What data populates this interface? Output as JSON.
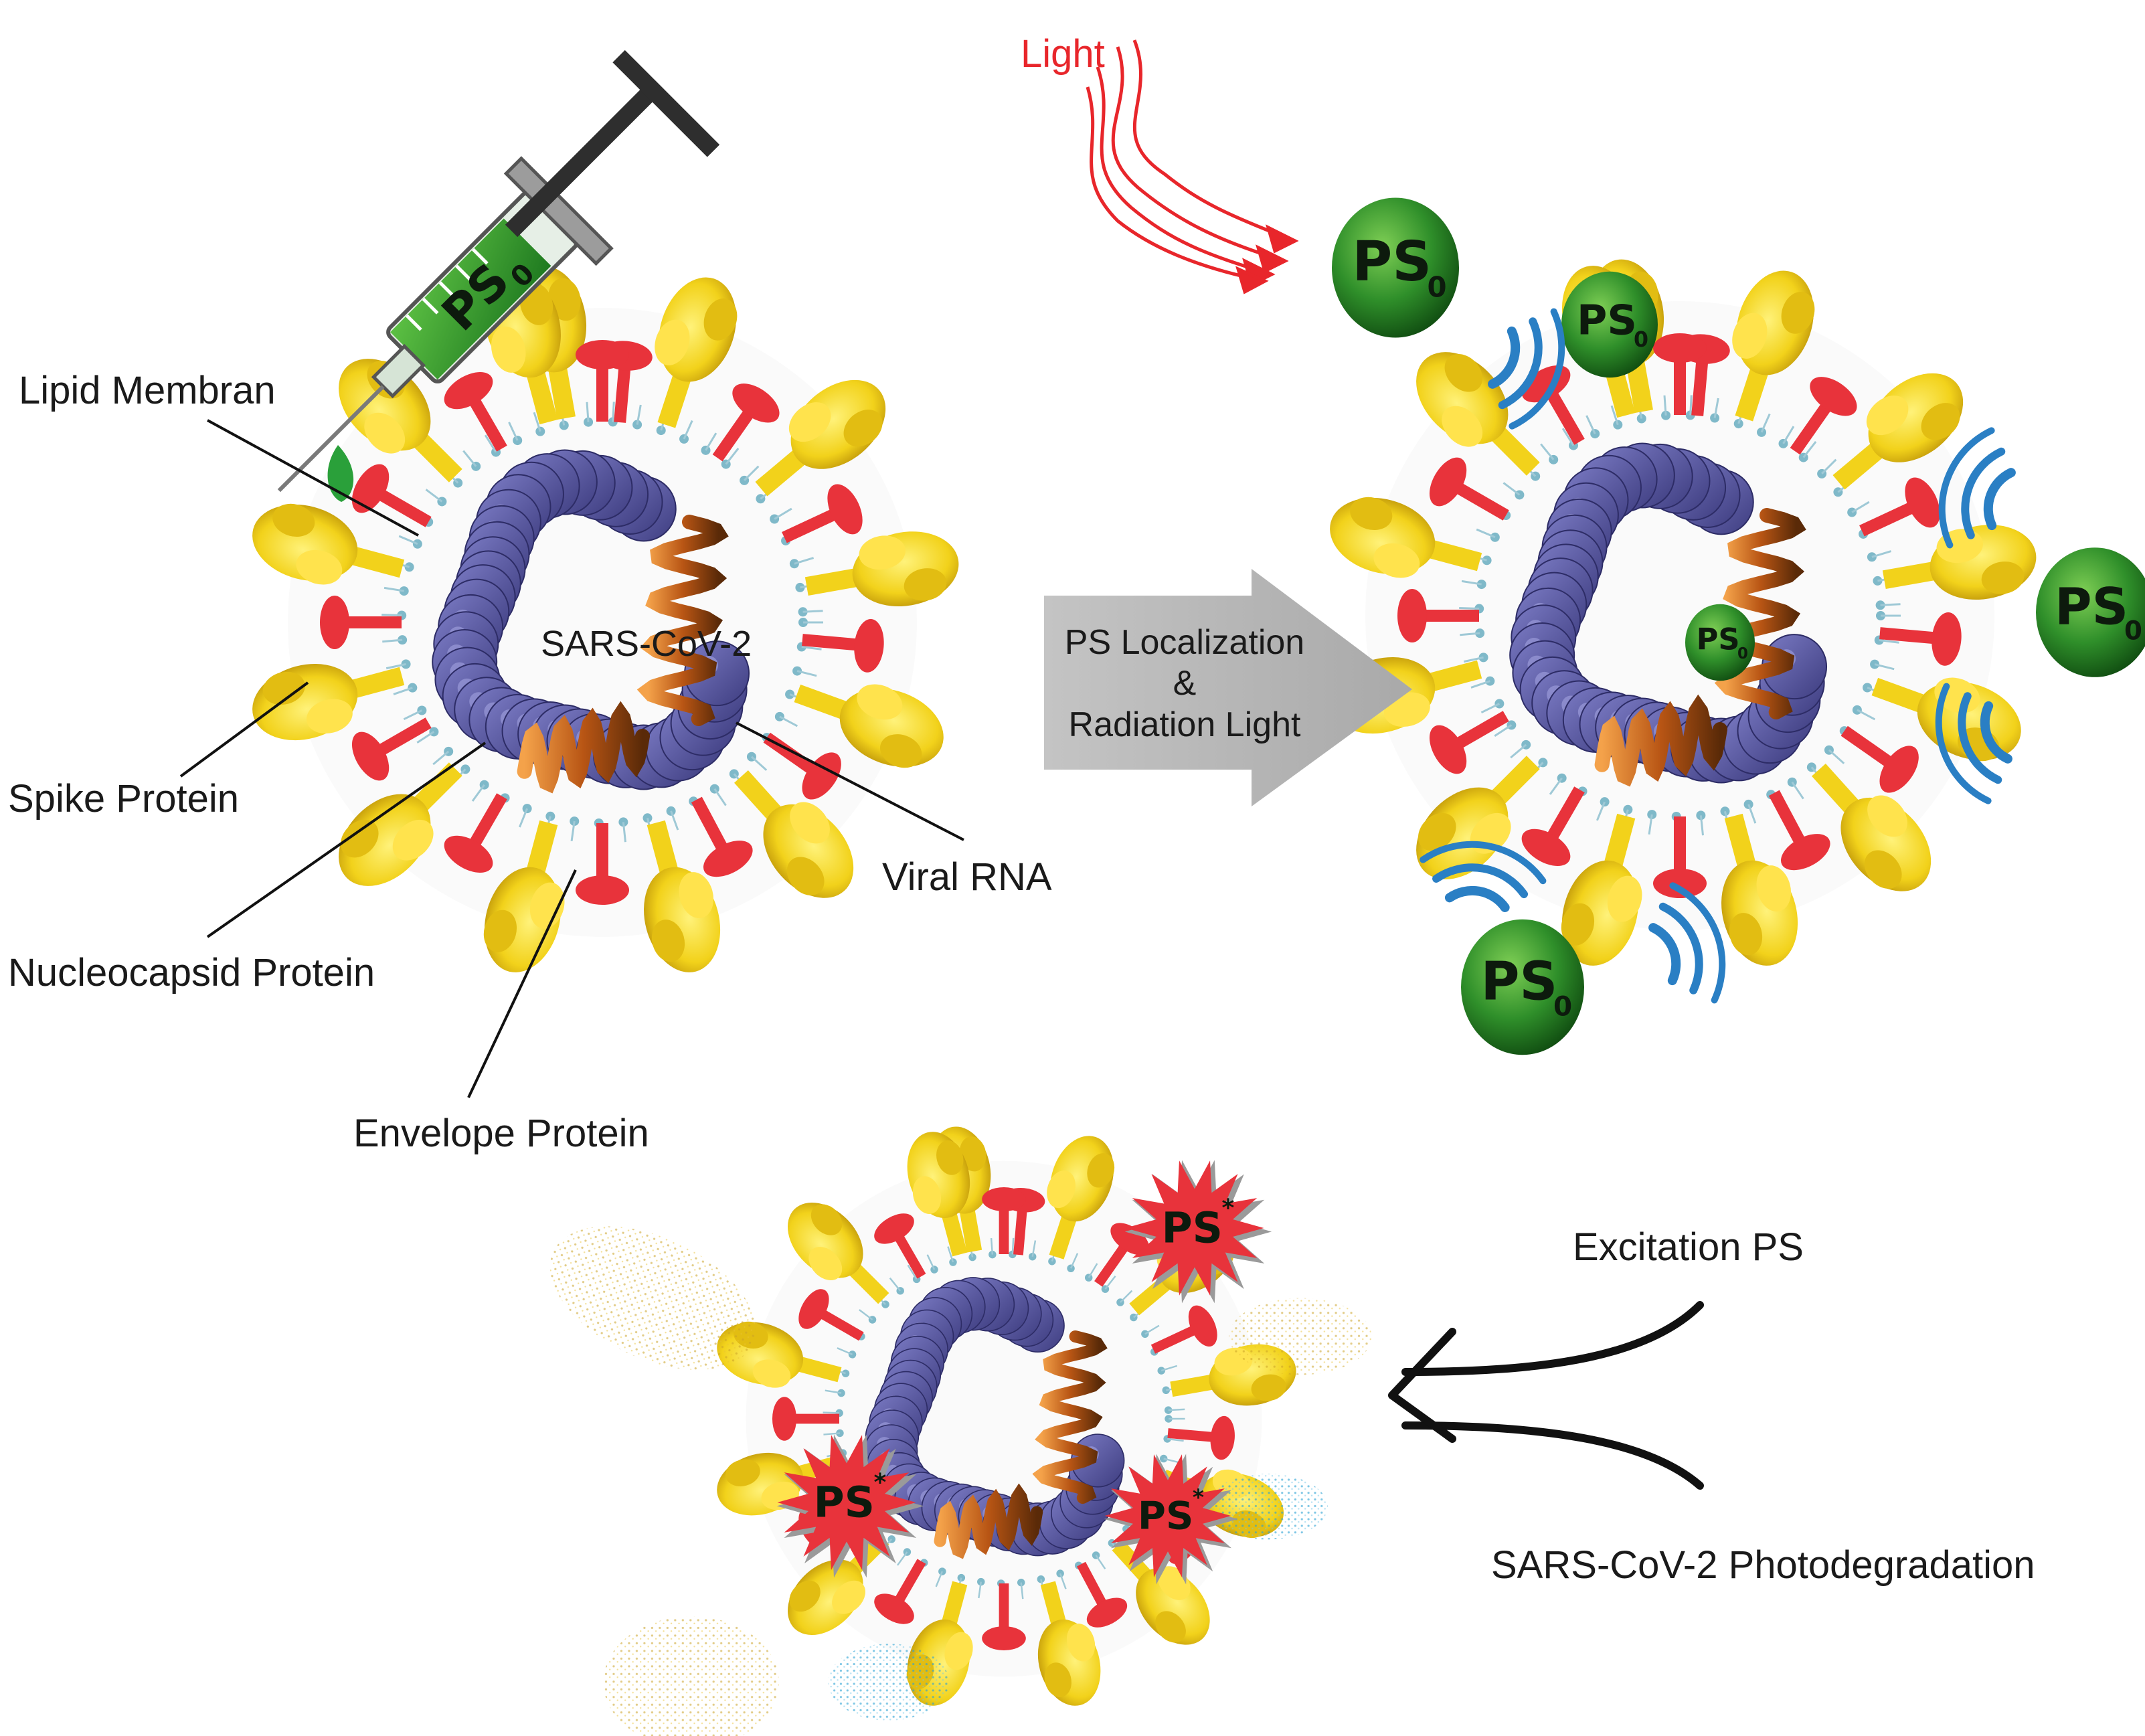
{
  "labels": {
    "lipid_membrane": "Lipid Membran",
    "spike_protein": "Spike Protein",
    "nucleocapsid_protein": "Nucleocapsid Protein",
    "envelope_protein": "Envelope Protein",
    "viral_rna": "Viral RNA",
    "virus_name": "SARS-CoV-2",
    "light": "Light"
  },
  "process_arrow": {
    "line1": "PS Localization",
    "line2": "&",
    "line3": "Radiation Light"
  },
  "bottom": {
    "excitation": "Excitation PS",
    "photodegradation": "SARS-CoV-2 Photodegradation"
  },
  "photosensitizer": {
    "ground_label": "PS",
    "ground_subscript": "0",
    "excited_label": "PS",
    "excited_superscript": "*"
  },
  "colors": {
    "spike": "#f2d21b",
    "envelope_red": "#e8333b",
    "capsid_blue": "#5b5aa3",
    "rna_orange": "#c9651a",
    "ps_green": "#2f8f2a",
    "light_red": "#e8262b",
    "wave_blue": "#2a7fc4",
    "arrow_grey": "#b7b7b7"
  }
}
